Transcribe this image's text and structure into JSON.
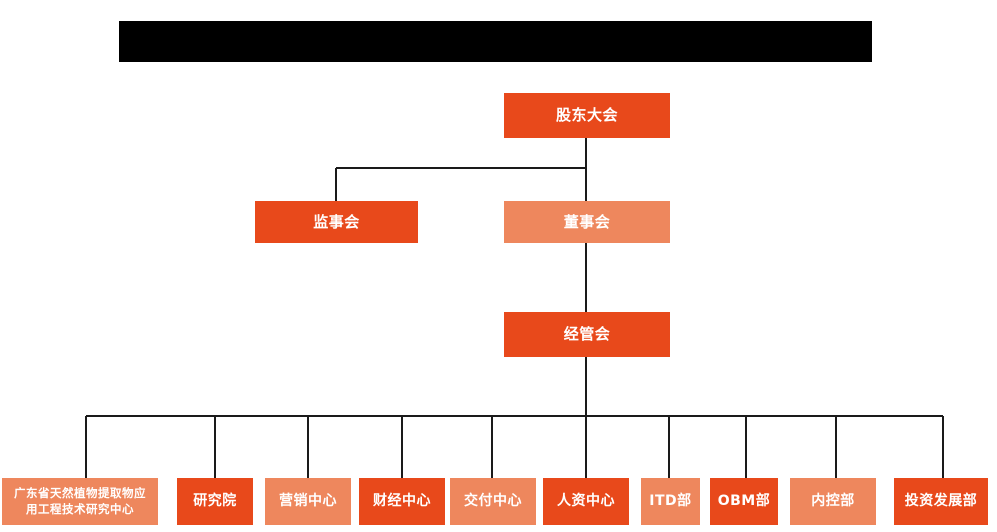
{
  "diagram": {
    "title_bar": {
      "name": "redacted-title-bar",
      "text": ""
    },
    "type": "organization-chart",
    "colors": {
      "accent_dark": "#E8491B",
      "accent_light": "#EE875D",
      "connector": "#1a1a1a",
      "background": "#ffffff",
      "node_text": "#ffffff",
      "redaction": "#000000"
    },
    "nodes": {
      "shareholders_meeting": {
        "label": "股东大会",
        "shade": "dark"
      },
      "supervisory_board": {
        "label": "监事会",
        "shade": "dark"
      },
      "board_of_directors": {
        "label": "董事会",
        "shade": "light"
      },
      "management_committee": {
        "label": "经管会",
        "shade": "dark"
      }
    },
    "departments": [
      {
        "label": "广东省天然植物提取物应\n用工程技术研究中心",
        "shade": "light"
      },
      {
        "label": "研究院",
        "shade": "dark"
      },
      {
        "label": "营销中心",
        "shade": "light"
      },
      {
        "label": "财经中心",
        "shade": "dark"
      },
      {
        "label": "交付中心",
        "shade": "light"
      },
      {
        "label": "人资中心",
        "shade": "dark"
      },
      {
        "label": "ITD部",
        "shade": "light"
      },
      {
        "label": "OBM部",
        "shade": "dark"
      },
      {
        "label": "内控部",
        "shade": "light"
      },
      {
        "label": "投资发展部",
        "shade": "dark"
      }
    ]
  }
}
